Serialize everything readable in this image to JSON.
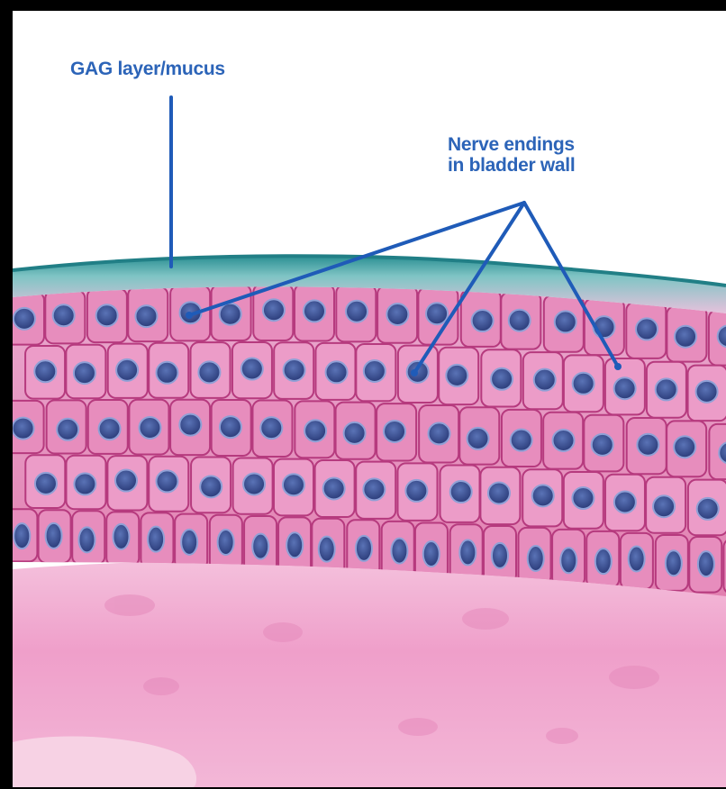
{
  "labels": {
    "gag_layer": "GAG layer/mucus",
    "nerve_endings_line1": "Nerve endings",
    "nerve_endings_line2": "in bladder wall"
  },
  "colors": {
    "label_blue": "#2c64b8",
    "pointer_blue": "#1f5bb8",
    "gag_layer_teal": "#2a8f93",
    "epithelium_pink": "#e889b8",
    "cell_border": "#b63a7e",
    "nucleus_blue": "#3a4f93",
    "connective_tissue": "#f0a8cf",
    "frame": "#000000"
  }
}
